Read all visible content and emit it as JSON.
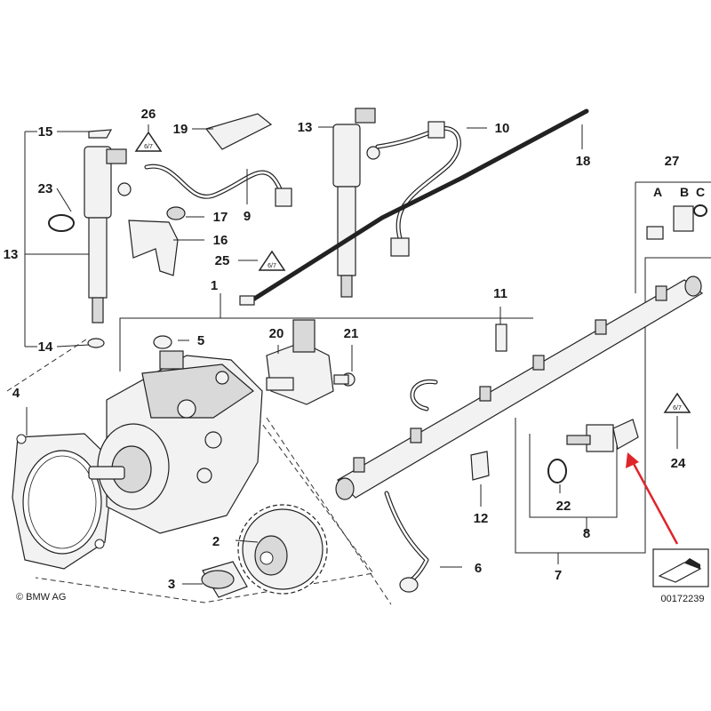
{
  "diagram": {
    "copyright": "© BMW AG",
    "ref_number": "00172239",
    "callouts": {
      "c1": "1",
      "c2": "2",
      "c3": "3",
      "c4": "4",
      "c5": "5",
      "c6": "6",
      "c7": "7",
      "c8": "8",
      "c9": "9",
      "c10": "10",
      "c11": "11",
      "c12": "12",
      "c13a": "13",
      "c13b": "13",
      "c14": "14",
      "c15": "15",
      "c16": "16",
      "c17": "17",
      "c18": "18",
      "c19": "19",
      "c20": "20",
      "c21": "21",
      "c22": "22",
      "c23": "23",
      "c24": "24",
      "c25": "25",
      "c26": "26",
      "c27": "27"
    },
    "sublabels": {
      "a": "A",
      "b": "B",
      "c": "C"
    },
    "warning_badge_text": "6/7",
    "arrow_color": "#e0242b"
  }
}
